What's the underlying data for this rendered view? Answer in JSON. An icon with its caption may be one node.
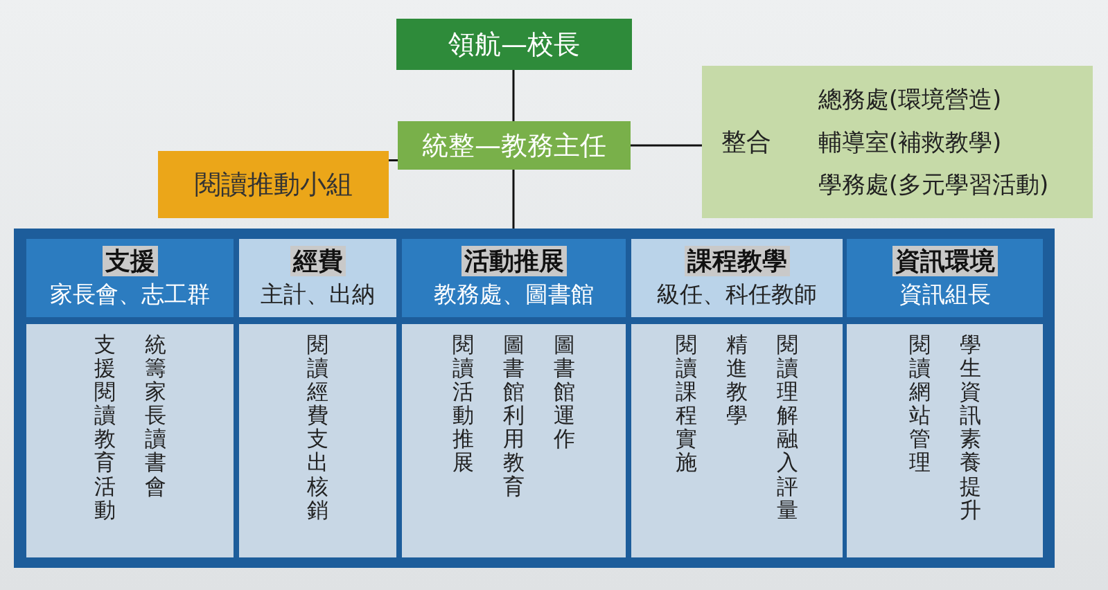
{
  "diagram": {
    "nodes": [
      {
        "text": [
          "領航—校長"
        ]
      },
      {
        "text": [
          "統整—教務主任"
        ]
      },
      {
        "text": [
          "閱讀推動小組"
        ]
      },
      {
        "text": [
          "整合",
          "總務處(環境營造)",
          "輔導室(補救教學)",
          "學務處(多元學習活動)"
        ]
      },
      {
        "text": [],
        "shape": "box"
      },
      {
        "text": [
          "支援",
          "家長會、志工群"
        ],
        "in": 4
      },
      {
        "text": [
          "支援閱讀教育活動",
          "統籌家長讀書會"
        ],
        "in": 4
      },
      {
        "text": [
          "經費",
          "主計、出納"
        ],
        "in": 4
      },
      {
        "text": [
          "閱讀經費支出核銷"
        ],
        "in": 4
      },
      {
        "text": [
          "活動推展",
          "教務處、圖書館"
        ],
        "in": 4
      },
      {
        "text": [
          "閱讀活動推展",
          "圖書館利用教育",
          "圖書館運作"
        ],
        "in": 4
      },
      {
        "text": [
          "課程教學",
          "級任、科任教師"
        ],
        "in": 4
      },
      {
        "text": [
          "閱讀課程實施",
          "精進教學",
          "閱讀理解融入評量"
        ],
        "in": 4
      },
      {
        "text": [
          "資訊環境",
          "資訊組長"
        ],
        "in": 4
      },
      {
        "text": [
          "閱讀網站管理",
          "學生資訊素養提升"
        ],
        "in": 4
      }
    ],
    "edges": [
      {
        "from": 0,
        "to": 1,
        "arrow": "none"
      },
      {
        "from": 1,
        "to": 3,
        "arrow": "none"
      },
      {
        "from": 2,
        "to": 1,
        "arrow": "none"
      },
      {
        "from": 1,
        "to": 4,
        "arrow": "none"
      }
    ]
  }
}
